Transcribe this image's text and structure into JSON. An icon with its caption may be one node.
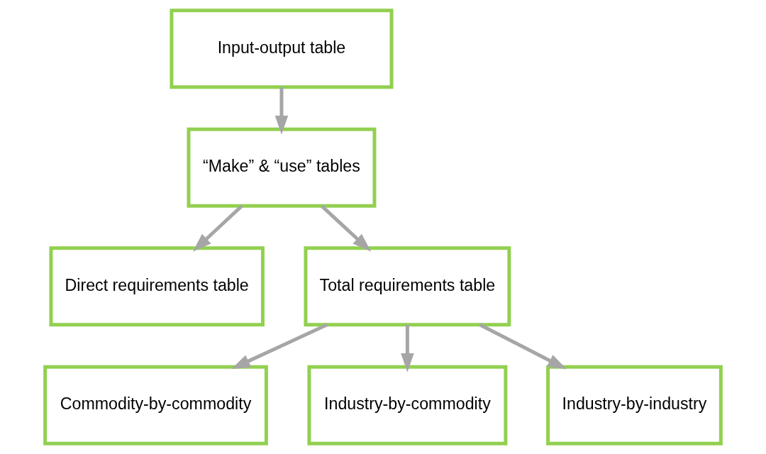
{
  "diagram": {
    "nodes": [
      {
        "text": [
          "Input-output table"
        ]
      },
      {
        "text": [
          "“Make” & “use” tables"
        ]
      },
      {
        "text": [
          "Direct requirements table"
        ]
      },
      {
        "text": [
          "Total requirements table"
        ]
      },
      {
        "text": [
          "Commodity-by-commodity"
        ]
      },
      {
        "text": [
          "Industry-by-commodity"
        ]
      },
      {
        "text": [
          "Industry-by-industry"
        ]
      }
    ],
    "edges": [
      {
        "from": 0,
        "to": 1,
        "arrow": "to"
      },
      {
        "from": 1,
        "to": 2,
        "arrow": "to"
      },
      {
        "from": 1,
        "to": 3,
        "arrow": "to"
      },
      {
        "from": 3,
        "to": 4,
        "arrow": "to"
      },
      {
        "from": 3,
        "to": 5,
        "arrow": "to"
      },
      {
        "from": 3,
        "to": 6,
        "arrow": "to"
      }
    ]
  }
}
